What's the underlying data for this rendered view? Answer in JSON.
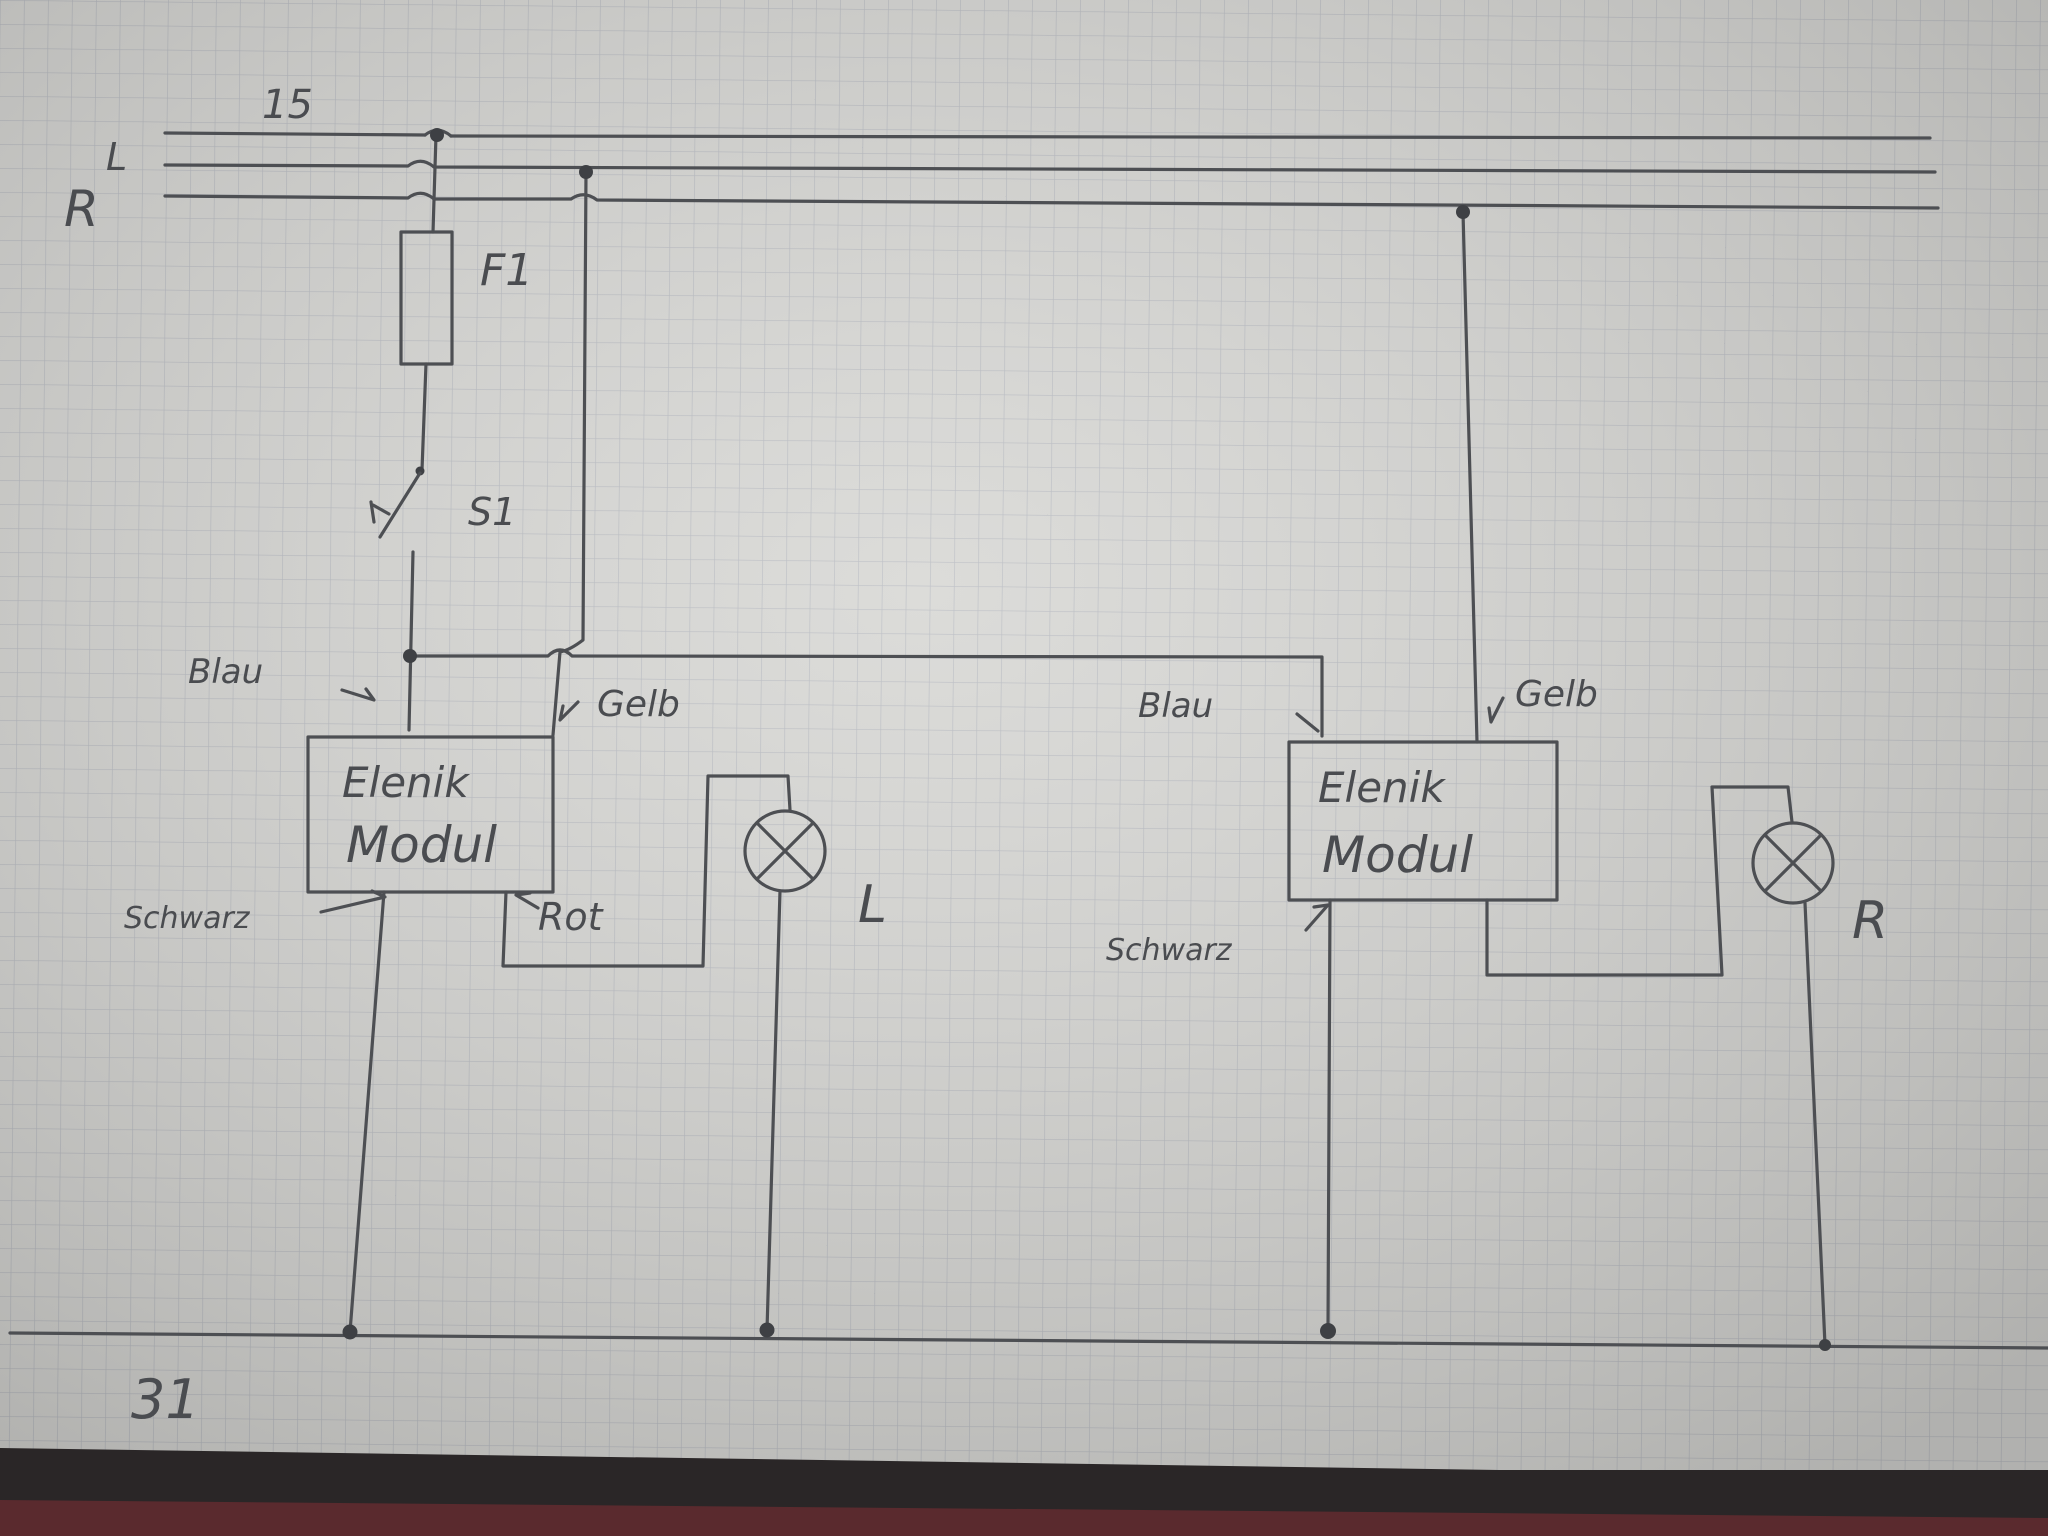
{
  "rails": {
    "top": "15",
    "left": "L",
    "right": "R",
    "ground": "31"
  },
  "fuse": {
    "label": "F1"
  },
  "switch": {
    "label": "S1"
  },
  "module_left": {
    "line1": "Elenik",
    "line2": "Modul",
    "wire_blue": "Blau",
    "wire_yellow": "Gelb",
    "wire_black": "Schwarz",
    "wire_red": "Rot"
  },
  "module_right": {
    "line1": "Elenik",
    "line2": "Modul",
    "wire_blue": "Blau",
    "wire_yellow": "Gelb",
    "wire_black": "Schwarz"
  },
  "lamp_left": {
    "label": "L"
  },
  "lamp_right": {
    "label": "R"
  },
  "colors": {
    "paper": "#d8d8d5",
    "grid": "#b9bcc2",
    "ink": "#4d4f53",
    "bottom_edge": "#2a2627"
  }
}
